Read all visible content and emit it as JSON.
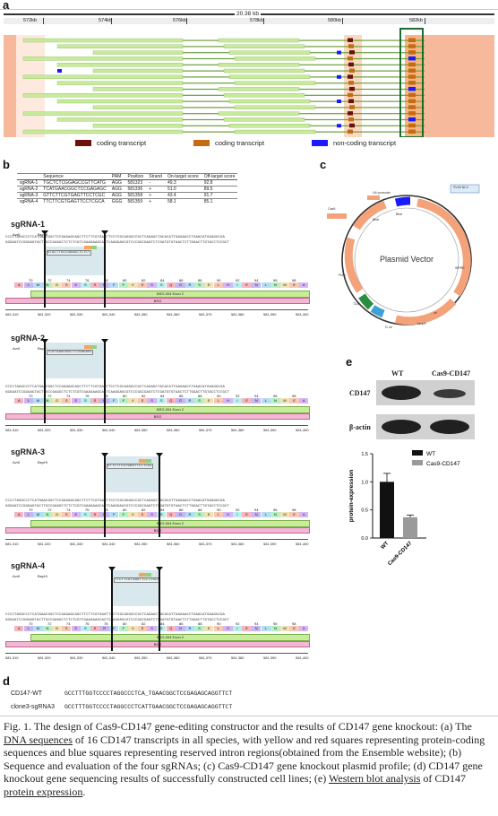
{
  "panel_a": {
    "label": "a",
    "scale_label": "20.38 kb",
    "ticks": [
      "572kb",
      "574kb",
      "576kb",
      "578kb",
      "580kb",
      "582kb"
    ],
    "legend": [
      {
        "color": "#6b0f0f",
        "label": "coding transcript"
      },
      {
        "color": "#c66a14",
        "label": "coding transcript"
      },
      {
        "color": "#1a1aff",
        "label": "non-coding transcript"
      }
    ]
  },
  "panel_b": {
    "label": "b",
    "table": {
      "headers": [
        "",
        "Sequence",
        "PAM",
        "Position",
        "Strand",
        "On-target score",
        "Off-target score"
      ],
      "rows": [
        [
          "sgRNA-1",
          "TGCTCTCGGAGCCGTTCATG",
          "AGG",
          "581323",
          "-",
          "49.3",
          "92.8"
        ],
        [
          "sgRNA-2",
          "TCATGAACGGCTCCGAGAGC",
          "AGG",
          "581336",
          "+",
          "51.0",
          "89.5"
        ],
        [
          "sgRNA-3",
          "GTTCTTCGTGAGTTCCTCGC",
          "AGG",
          "581358",
          "+",
          "43.4",
          "91.7"
        ],
        [
          "sgRNA-4",
          "TTCTTCGTGAGTTCCTCGCA",
          "GGG",
          "581359",
          "+",
          "58.1",
          "85.1"
        ]
      ]
    },
    "sgrnas": [
      {
        "title": "sgRNA-1",
        "guide": "GTACTTGCCGAGGCTCTCT"
      },
      {
        "title": "sgRNA-2",
        "guide": "TCATGAACGGCTCCGAGAGC"
      },
      {
        "title": "sgRNA-3",
        "guide": "GTTCTTCGTGAGTTCCTCGC"
      },
      {
        "title": "sgRNA-4",
        "guide": "TTCTTCGTGAGTTCCTCGCA"
      }
    ],
    "site1": "AvrII",
    "site2": "BspHI",
    "top_strand": "CCCCTAGGCCCTCATGAACGGCTCCGAGAGCAGCTTCTTCGTGAGTTCCTCGCAGGGCCGCTCAGAGCTACACATTGAGAACCTGAACATGGAGGCGA",
    "bottom_strand": "GGGGATCCGGGAGTACTTGCCGAGGCTCTCTCGTCGAAGAAGCACTCAAGGAGCGTCCCGGCGAGTCTCGATGTGTAACTCTTGGACTTGTACCTCCGCT",
    "aa_numbers": [
      "70",
      "72",
      "74",
      "76",
      "78",
      "80",
      "82",
      "84",
      "86",
      "88",
      "90",
      "92",
      "94",
      "96",
      "98"
    ],
    "aa_string": "ALMNGSESSRFFVSSSQGRSELHIENLNMEA",
    "exon_label": "BSG-004 Exon 2",
    "bsg_label": "BSG",
    "ruler_labels": [
      "581,310",
      "581,320",
      "581,330",
      "581,340",
      "581,350",
      "581,360",
      "581,370",
      "581,380",
      "581,390",
      "581,400"
    ]
  },
  "panel_c": {
    "label": "c",
    "title": "Plasmid Vector",
    "feature_labels": [
      "Cas9",
      "U6 promoter",
      "SV40 NLS",
      "Puro",
      "f1 ori",
      "AmpR",
      "ori",
      "T2A",
      "WPRE",
      "BbsI",
      "BbsI"
    ]
  },
  "panel_d": {
    "label": "d",
    "rows": [
      {
        "name": "CD147-WT",
        "seq": "GCCTTTGGTCCCCTAGGCCCTCA_TGAACGGCTCCGAGAGCAGGTTCT"
      },
      {
        "name": "clone3-sgRNA3",
        "seq": "GCCTTTGGTCCCCTAGGCCCTCATTGAACGGCTCCGAGAGCAGGTTCT"
      }
    ]
  },
  "panel_e": {
    "label": "e",
    "blot_cols": [
      "WT",
      "Cas9-CD147"
    ],
    "blot_rows": [
      "CD147",
      "β-actin"
    ],
    "chart_data": {
      "type": "bar",
      "categories": [
        "WT",
        "Cas9-CD147"
      ],
      "values": [
        1.0,
        0.37
      ],
      "errors": [
        0.15,
        0.04
      ],
      "ylabel": "protein-expression",
      "ylim": [
        0,
        1.5
      ],
      "yticks": [
        "0.0",
        "0.5",
        "1.0",
        "1.5"
      ],
      "legend": [
        {
          "name": "WT",
          "color": "#111111"
        },
        {
          "name": "Cas9-CD147",
          "color": "#9a9a9a"
        }
      ]
    }
  },
  "caption": {
    "intro": "Fig. 1. The design of Cas9-CD147 gene-editing constructor and the results of CD147 gene knockout: (a) The ",
    "link1": "DNA sequences",
    "mid1": " of 16 CD147 transcripts in all species, with yellow and red squares representing protein-coding sequences and blue squares representing reserved intron regions(obtained from the Ensemble website); (b) Sequence and evaluation of the four sgRNAs; (c) Cas9-CD147 gene knockout plasmid profile; (d) CD147 gene knockout gene sequencing results of successfully constructed cell lines; (e) ",
    "link2": "Western blot analysis",
    "mid2": " of CD147 ",
    "link3": "protein expression",
    "end": "."
  }
}
